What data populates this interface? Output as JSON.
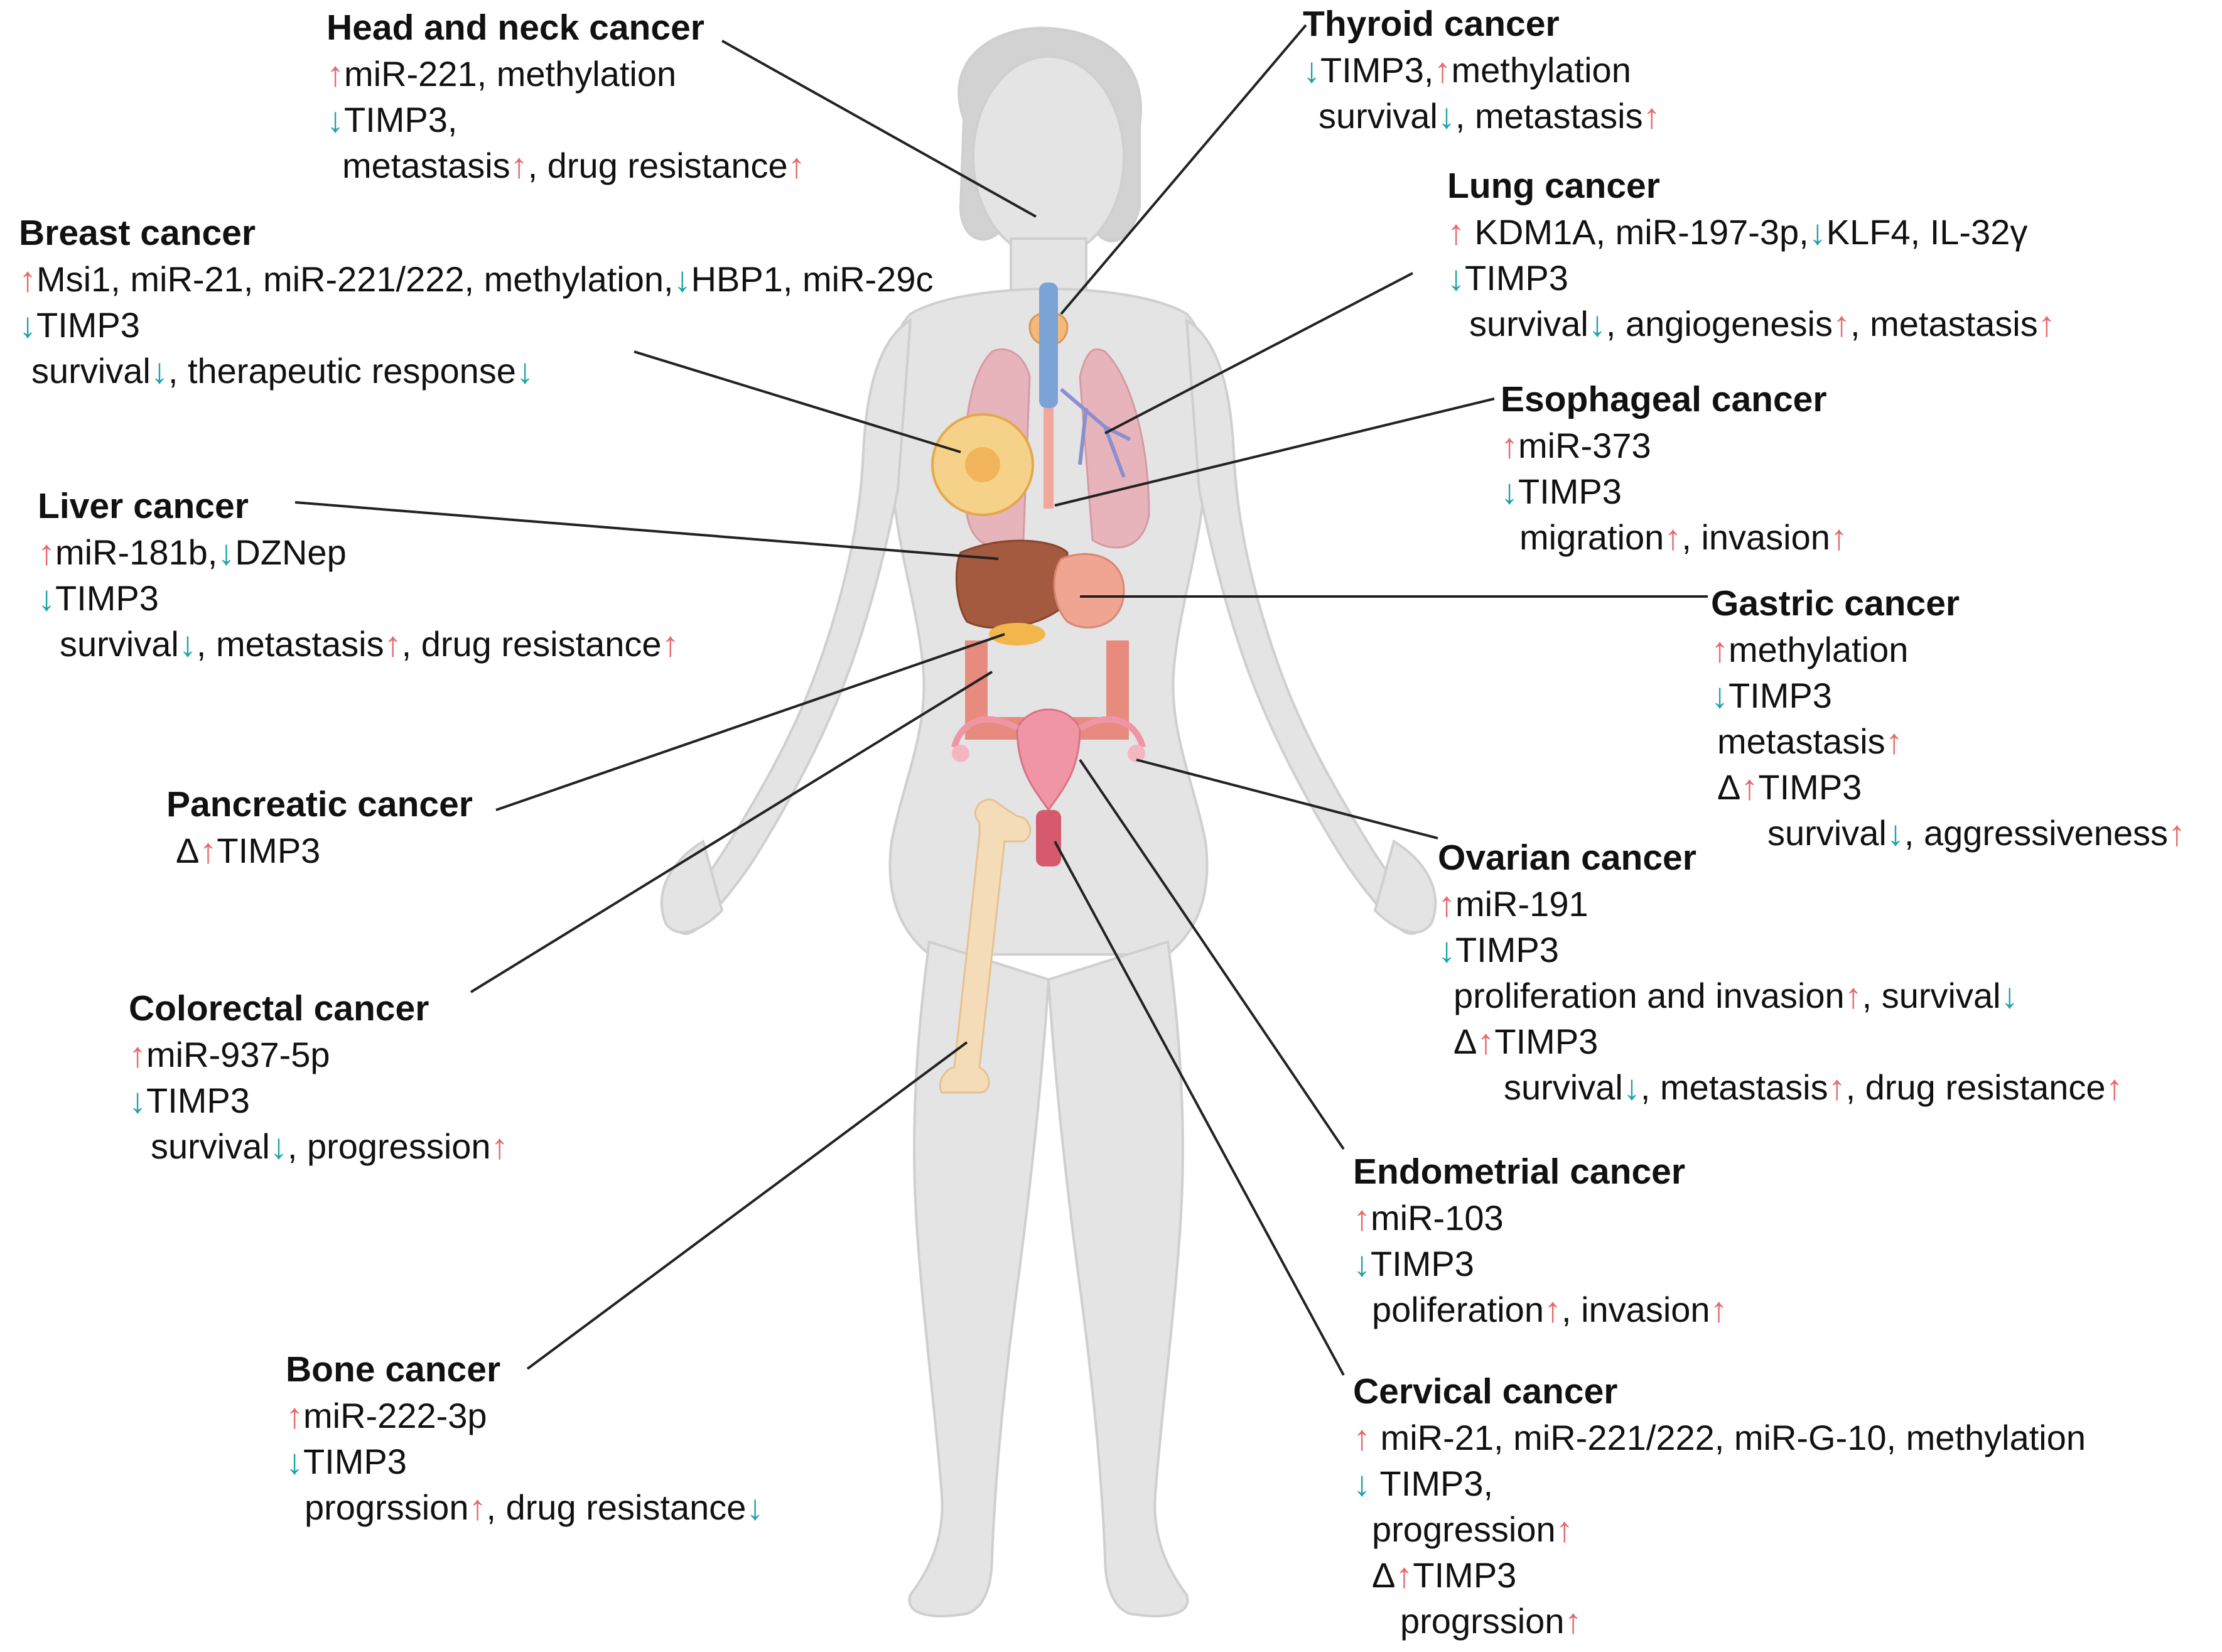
{
  "colors": {
    "up": "#e8676a",
    "down": "#1aa3a8",
    "body": "#e4e4e4"
  },
  "glyphs": {
    "up": "↑",
    "down": "↓",
    "delta": "Δ"
  },
  "cancers": [
    {
      "id": "head-neck",
      "title": "Head and neck cancer",
      "lines": [
        [
          [
            "up",
            ""
          ],
          [
            "t",
            "miR-221, methylation"
          ]
        ],
        [
          [
            "down",
            ""
          ],
          [
            "t",
            "TIMP3,"
          ]
        ],
        [
          [
            "t",
            "metastasis"
          ],
          [
            "up",
            ""
          ],
          [
            "t",
            ", drug resistance"
          ],
          [
            "up",
            ""
          ]
        ]
      ]
    },
    {
      "id": "breast",
      "title": "Breast cancer",
      "lines": [
        [
          [
            "up",
            ""
          ],
          [
            "t",
            "Msi1, miR-21, miR-221/222, methylation,"
          ],
          [
            "down",
            ""
          ],
          [
            "t",
            "HBP1, miR-29c"
          ]
        ],
        [
          [
            "down",
            ""
          ],
          [
            "t",
            "TIMP3"
          ]
        ],
        [
          [
            "t",
            "survival"
          ],
          [
            "down",
            ""
          ],
          [
            "t",
            ", therapeutic response"
          ],
          [
            "down",
            ""
          ]
        ]
      ]
    },
    {
      "id": "liver",
      "title": "Liver cancer",
      "lines": [
        [
          [
            "up",
            ""
          ],
          [
            "t",
            "miR-181b,"
          ],
          [
            "down",
            ""
          ],
          [
            "t",
            "DZNep"
          ]
        ],
        [
          [
            "down",
            ""
          ],
          [
            "t",
            "TIMP3"
          ]
        ],
        [
          [
            "t",
            "survival"
          ],
          [
            "down",
            ""
          ],
          [
            "t",
            ", metastasis"
          ],
          [
            "up",
            ""
          ],
          [
            "t",
            ", drug resistance"
          ],
          [
            "up",
            ""
          ]
        ]
      ]
    },
    {
      "id": "pancreatic",
      "title": "Pancreatic cancer",
      "lines": [
        [
          [
            "delta",
            ""
          ],
          [
            "up",
            ""
          ],
          [
            "t",
            "TIMP3"
          ]
        ]
      ]
    },
    {
      "id": "colorectal",
      "title": "Colorectal cancer",
      "lines": [
        [
          [
            "up",
            ""
          ],
          [
            "t",
            "miR-937-5p"
          ]
        ],
        [
          [
            "down",
            ""
          ],
          [
            "t",
            "TIMP3"
          ]
        ],
        [
          [
            "t",
            "survival"
          ],
          [
            "down",
            ""
          ],
          [
            "t",
            ", progression"
          ],
          [
            "up",
            ""
          ]
        ]
      ]
    },
    {
      "id": "bone",
      "title": "Bone cancer",
      "lines": [
        [
          [
            "up",
            ""
          ],
          [
            "t",
            "miR-222-3p"
          ]
        ],
        [
          [
            "down",
            ""
          ],
          [
            "t",
            "TIMP3"
          ]
        ],
        [
          [
            "t",
            "progrssion"
          ],
          [
            "up",
            ""
          ],
          [
            "t",
            ", drug resistance"
          ],
          [
            "down",
            ""
          ]
        ]
      ]
    },
    {
      "id": "thyroid",
      "title": "Thyroid cancer",
      "lines": [
        [
          [
            "down",
            ""
          ],
          [
            "t",
            "TIMP3,"
          ],
          [
            "up",
            ""
          ],
          [
            "t",
            "methylation"
          ]
        ],
        [
          [
            "t",
            "survival"
          ],
          [
            "down",
            ""
          ],
          [
            "t",
            ", metastasis"
          ],
          [
            "up",
            ""
          ]
        ]
      ]
    },
    {
      "id": "lung",
      "title": "Lung cancer",
      "lines": [
        [
          [
            "up",
            ""
          ],
          [
            "t",
            " KDM1A, miR-197-3p,"
          ],
          [
            "down",
            ""
          ],
          [
            "t",
            "KLF4, IL-32γ"
          ]
        ],
        [
          [
            "down",
            ""
          ],
          [
            "t",
            "TIMP3"
          ]
        ],
        [
          [
            "t",
            "survival"
          ],
          [
            "down",
            ""
          ],
          [
            "t",
            ", angiogenesis"
          ],
          [
            "up",
            ""
          ],
          [
            "t",
            ", metastasis"
          ],
          [
            "up",
            ""
          ]
        ]
      ]
    },
    {
      "id": "esophageal",
      "title": "Esophageal cancer",
      "lines": [
        [
          [
            "up",
            ""
          ],
          [
            "t",
            "miR-373"
          ]
        ],
        [
          [
            "down",
            ""
          ],
          [
            "t",
            "TIMP3"
          ]
        ],
        [
          [
            "t",
            "migration"
          ],
          [
            "up",
            ""
          ],
          [
            "t",
            ", invasion"
          ],
          [
            "up",
            ""
          ]
        ]
      ]
    },
    {
      "id": "gastric",
      "title": "Gastric cancer",
      "lines": [
        [
          [
            "up",
            ""
          ],
          [
            "t",
            "methylation"
          ]
        ],
        [
          [
            "down",
            ""
          ],
          [
            "t",
            "TIMP3"
          ]
        ],
        [
          [
            "t",
            "metastasis"
          ],
          [
            "up",
            ""
          ]
        ],
        [
          [
            "delta",
            ""
          ],
          [
            "up",
            ""
          ],
          [
            "t",
            "TIMP3"
          ]
        ],
        [
          [
            "t",
            "survival"
          ],
          [
            "down",
            ""
          ],
          [
            "t",
            ", aggressiveness"
          ],
          [
            "up",
            ""
          ]
        ]
      ]
    },
    {
      "id": "ovarian",
      "title": "Ovarian cancer",
      "lines": [
        [
          [
            "up",
            ""
          ],
          [
            "t",
            "miR-191"
          ]
        ],
        [
          [
            "down",
            ""
          ],
          [
            "t",
            "TIMP3"
          ]
        ],
        [
          [
            "t",
            "proliferation and invasion"
          ],
          [
            "up",
            ""
          ],
          [
            "t",
            ", survival"
          ],
          [
            "down",
            ""
          ]
        ],
        [
          [
            "delta",
            ""
          ],
          [
            "up",
            ""
          ],
          [
            "t",
            "TIMP3"
          ]
        ],
        [
          [
            "t",
            "survival"
          ],
          [
            "down",
            ""
          ],
          [
            "t",
            ", metastasis"
          ],
          [
            "up",
            ""
          ],
          [
            "t",
            ", drug resistance"
          ],
          [
            "up",
            ""
          ]
        ]
      ]
    },
    {
      "id": "endometrial",
      "title": "Endometrial cancer",
      "lines": [
        [
          [
            "up",
            ""
          ],
          [
            "t",
            "miR-103"
          ]
        ],
        [
          [
            "down",
            ""
          ],
          [
            "t",
            "TIMP3"
          ]
        ],
        [
          [
            "t",
            "poliferation"
          ],
          [
            "up",
            ""
          ],
          [
            "t",
            ", invasion"
          ],
          [
            "up",
            ""
          ]
        ]
      ]
    },
    {
      "id": "cervical",
      "title": "Cervical cancer",
      "lines": [
        [
          [
            "up",
            ""
          ],
          [
            "t",
            " miR-21, miR-221/222, miR-G-10, methylation"
          ]
        ],
        [
          [
            "down",
            ""
          ],
          [
            "t",
            " TIMP3,"
          ]
        ],
        [
          [
            "t",
            "progression"
          ],
          [
            "up",
            ""
          ]
        ],
        [
          [
            "delta",
            ""
          ],
          [
            "up",
            ""
          ],
          [
            "t",
            "TIMP3"
          ]
        ],
        [
          [
            "t",
            "progrssion"
          ],
          [
            "up",
            ""
          ]
        ]
      ]
    }
  ]
}
